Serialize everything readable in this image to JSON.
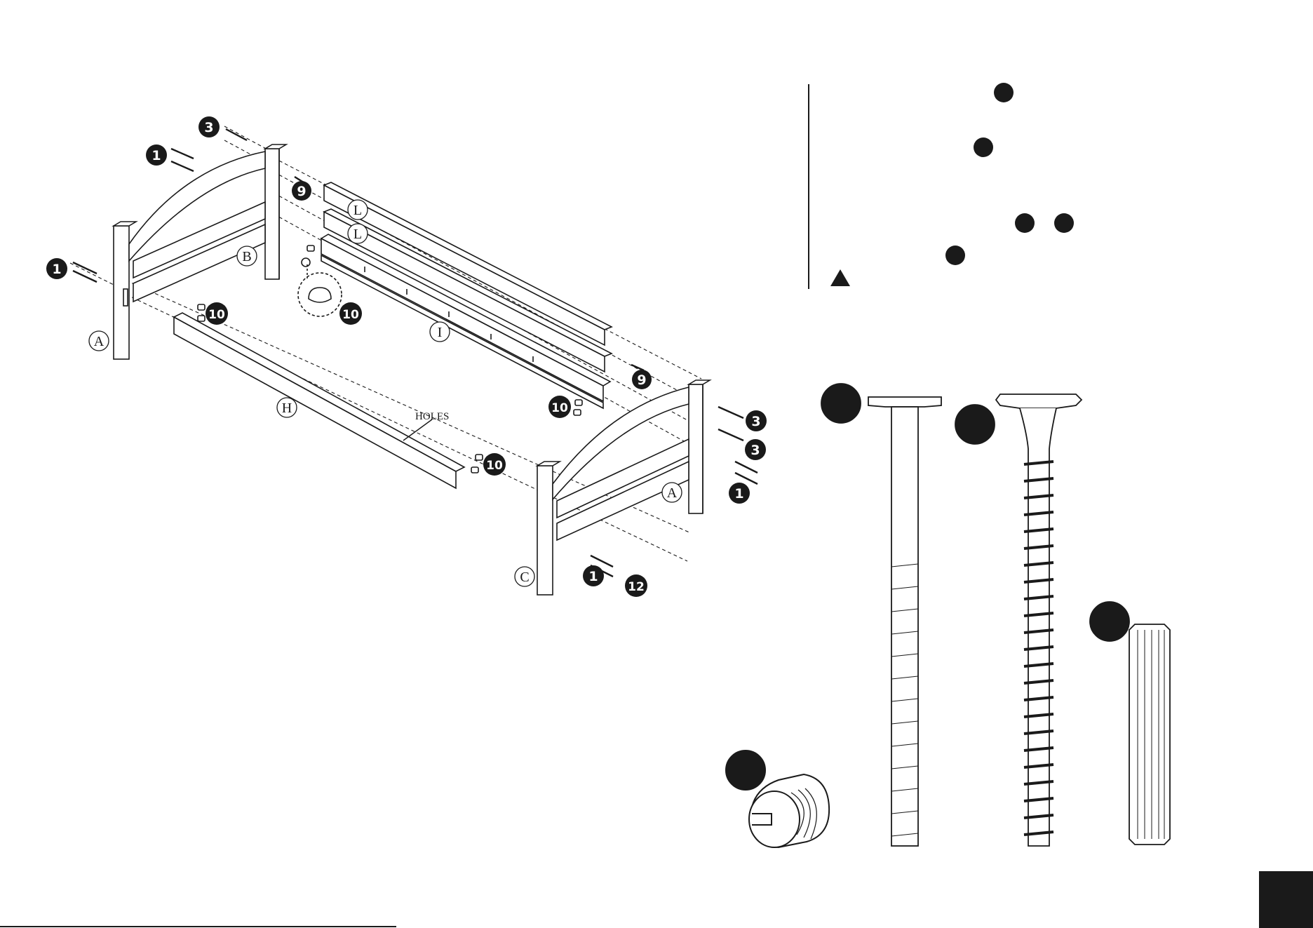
{
  "diagram": {
    "callout_text": "HOLES",
    "part_letters": [
      "A",
      "B",
      "L",
      "L",
      "I",
      "H",
      "A",
      "C"
    ],
    "hardware_numbers": [
      "3",
      "1",
      "9",
      "1",
      "10",
      "10",
      "10",
      "10",
      "9",
      "3",
      "3",
      "1",
      "1",
      "12"
    ]
  },
  "colors": {
    "ink": "#1a1a1a",
    "paper": "#ffffff"
  },
  "icons": [
    "warning-triangle-icon",
    "barrel-nut-icon",
    "bolt-icon",
    "screw-icon",
    "dowel-icon"
  ]
}
